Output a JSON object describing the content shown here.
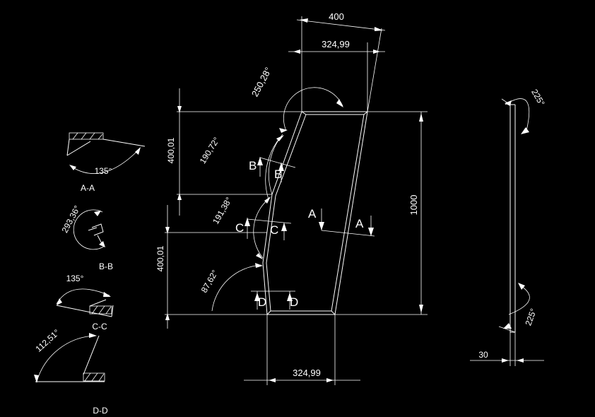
{
  "drawing": {
    "dimensions": {
      "top_400": "400",
      "top_324": "324,99",
      "bottom_324": "324,99",
      "height_1000": "1000",
      "left_400_upper": "400,01",
      "left_400_lower": "400,01",
      "side_30": "30"
    },
    "angles": {
      "a250": "250,28°",
      "a190": "190,72°",
      "a191": "191,38°",
      "a87": "87,62°",
      "side_225_top": "225°",
      "side_225_bottom": "225°"
    },
    "section_markers": {
      "b_left": "B",
      "b_right": "B",
      "c_left": "C",
      "c_right": "C",
      "a_left": "A",
      "a_right": "A",
      "d_left": "D",
      "d_right": "D"
    },
    "sections": [
      {
        "label": "A-A",
        "angle": "135°"
      },
      {
        "label": "B-B",
        "angle": "293,36°"
      },
      {
        "label": "C-C",
        "angle": "135°"
      },
      {
        "label": "D-D",
        "angle": "112,51°"
      }
    ]
  }
}
